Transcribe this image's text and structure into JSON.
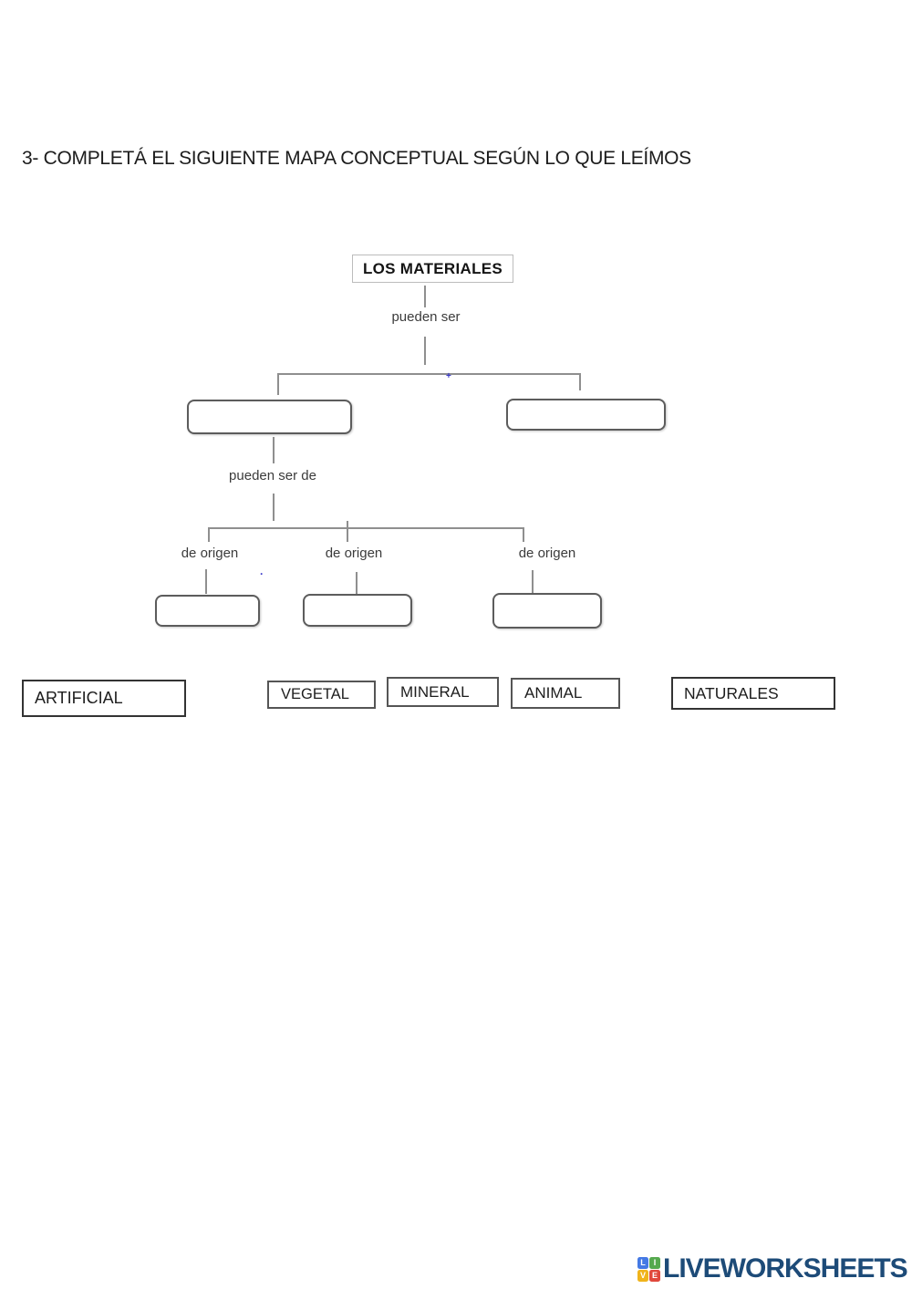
{
  "title": "3- COMPLETÁ EL SIGUIENTE MAPA CONCEPTUAL SEGÚN LO QUE LEÍMOS",
  "concept_map": {
    "root_label": "LOS MATERIALES",
    "level1_connector_label": "pueden ser",
    "level2_connector_label": "pueden ser de",
    "origin_labels": [
      "de origen",
      "de origen",
      "de origen"
    ],
    "drop_target_values": [
      "",
      "",
      "",
      "",
      ""
    ],
    "ink_marks": [
      "+",
      "·"
    ]
  },
  "word_bank": [
    {
      "label": "ARTIFICIAL"
    },
    {
      "label": "VEGETAL"
    },
    {
      "label": "MINERAL"
    },
    {
      "label": "ANIMAL"
    },
    {
      "label": "NATURALES"
    }
  ],
  "footer": {
    "brand_text": "LIVEWORKSHEETS",
    "brand_text_color": "#1d4b78",
    "logo_tiles": [
      {
        "letter": "L",
        "color": "#4479e4"
      },
      {
        "letter": "I",
        "color": "#55a94e"
      },
      {
        "letter": "V",
        "color": "#f0b41c"
      },
      {
        "letter": "E",
        "color": "#e0483c"
      }
    ]
  },
  "colors": {
    "connector_line": "#8f8f8f",
    "blank_box_border": "#5c5c5c",
    "ink_artifact": "#3a3aca"
  }
}
